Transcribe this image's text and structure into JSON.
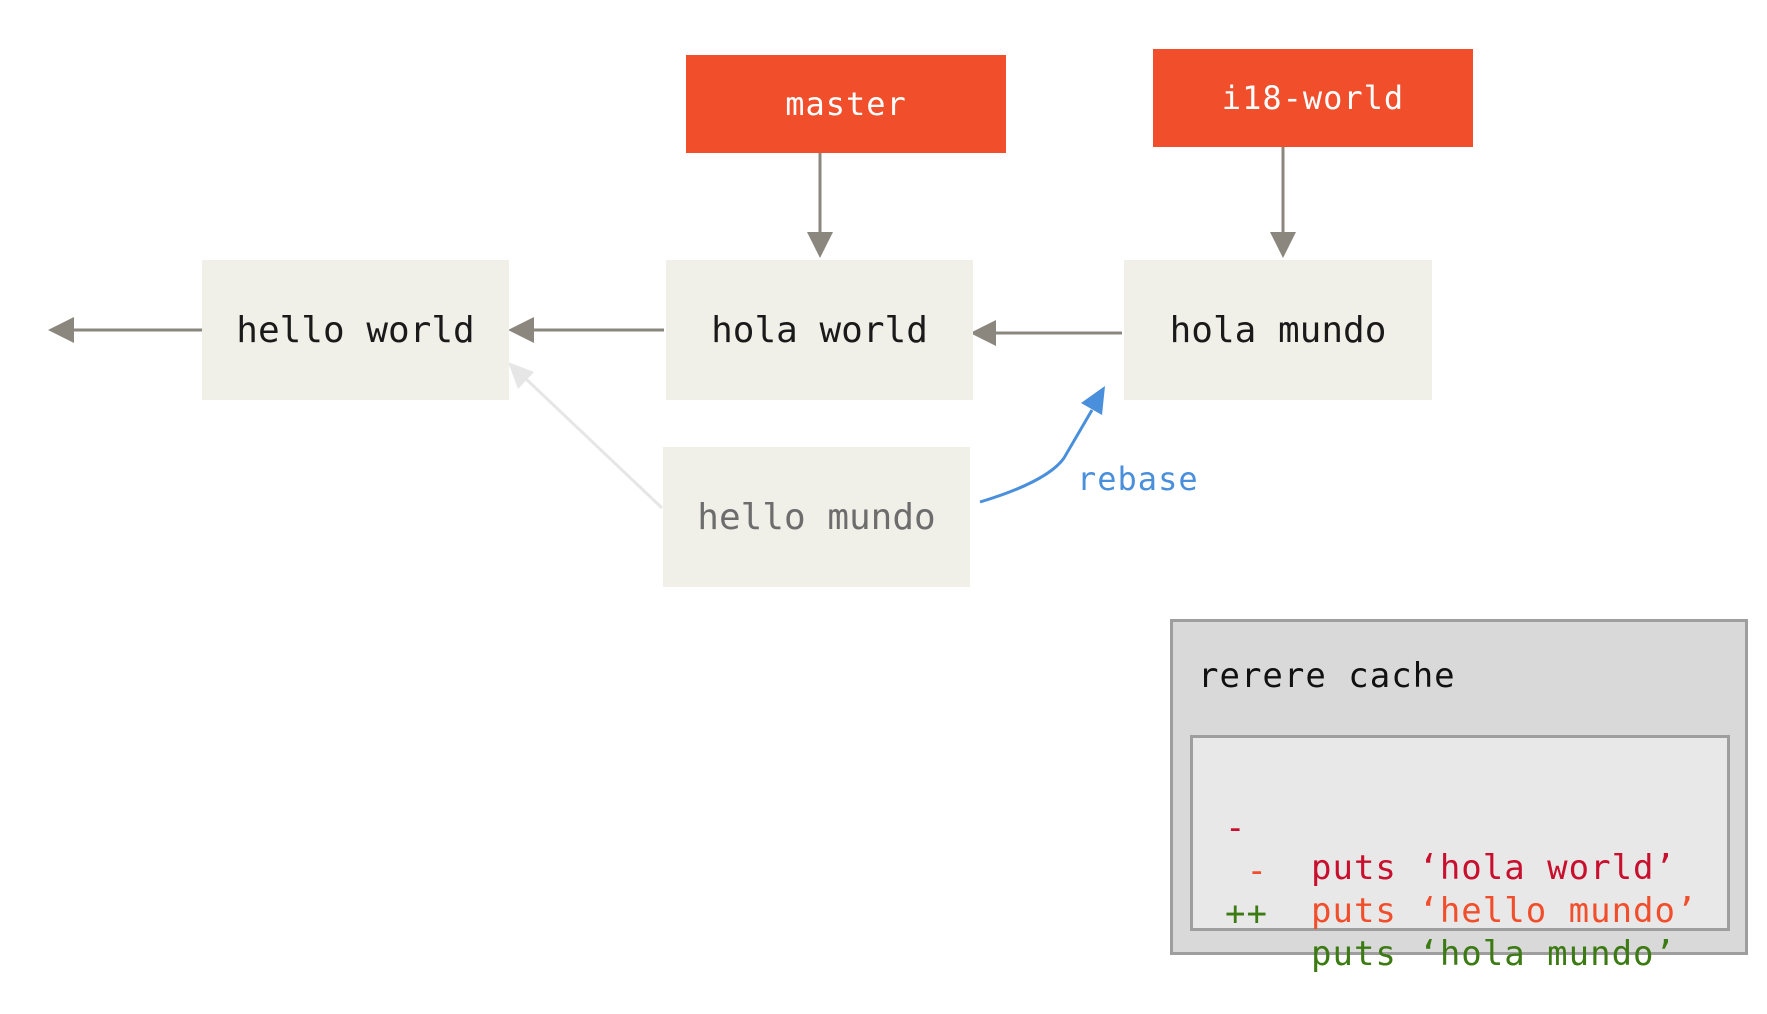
{
  "branches": {
    "master": "master",
    "i18_world": "i18-world"
  },
  "commits": {
    "hello_world": "hello world",
    "hola_world": "hola world",
    "hola_mundo": "hola mundo",
    "hello_mundo": "hello mundo"
  },
  "rebase_label": "rebase",
  "cache": {
    "title": "rerere cache",
    "lines": [
      {
        "marker": "-",
        "code": "puts ‘hola world’",
        "color": "#c8102e"
      },
      {
        "marker": " -",
        "code": "puts ‘hello mundo’",
        "color": "#f14e2c"
      },
      {
        "marker": "++",
        "code": "puts ‘hola mundo’",
        "color": "#3c7a13"
      }
    ]
  },
  "colors": {
    "branch": "#f14e2c",
    "commit": "#f0efe8",
    "arrow": "#8b877f",
    "faded_arrow": "#e6e6e6",
    "rebase": "#4a8fdc"
  }
}
